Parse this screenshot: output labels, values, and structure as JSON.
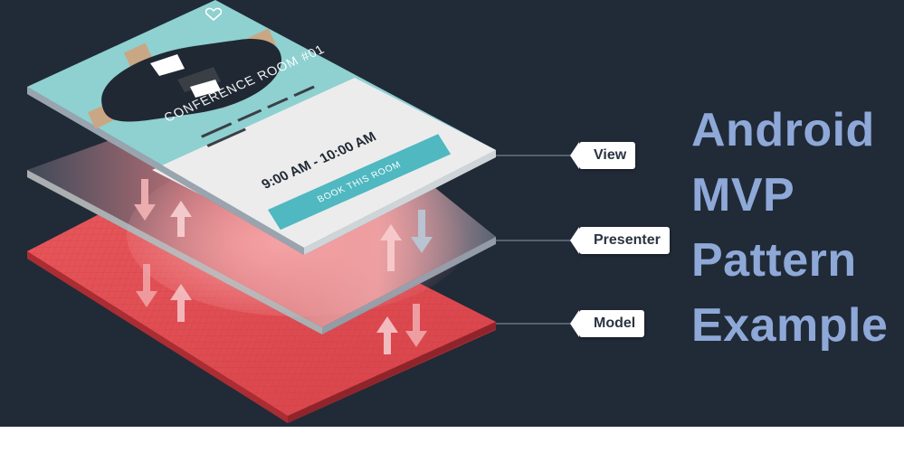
{
  "title": {
    "line1": "Android",
    "line2": "MVP",
    "line3": "Pattern",
    "line4": "Example"
  },
  "labels": {
    "view": "View",
    "presenter": "Presenter",
    "model": "Model"
  },
  "phone": {
    "room_title": "CONFERENCE ROOM #01",
    "time_range": "9:00 AM - 10:00 AM",
    "book_button": "BOOK THIS ROOM",
    "heart_icon": "heart-outline-icon"
  },
  "colors": {
    "background": "#212a37",
    "title_text": "#8ea9d8",
    "view_teal": "#8fd0d1",
    "book_button": "#4fb8c0",
    "model_red": "#e34f55",
    "presenter_slate": "#4d5a6a"
  }
}
